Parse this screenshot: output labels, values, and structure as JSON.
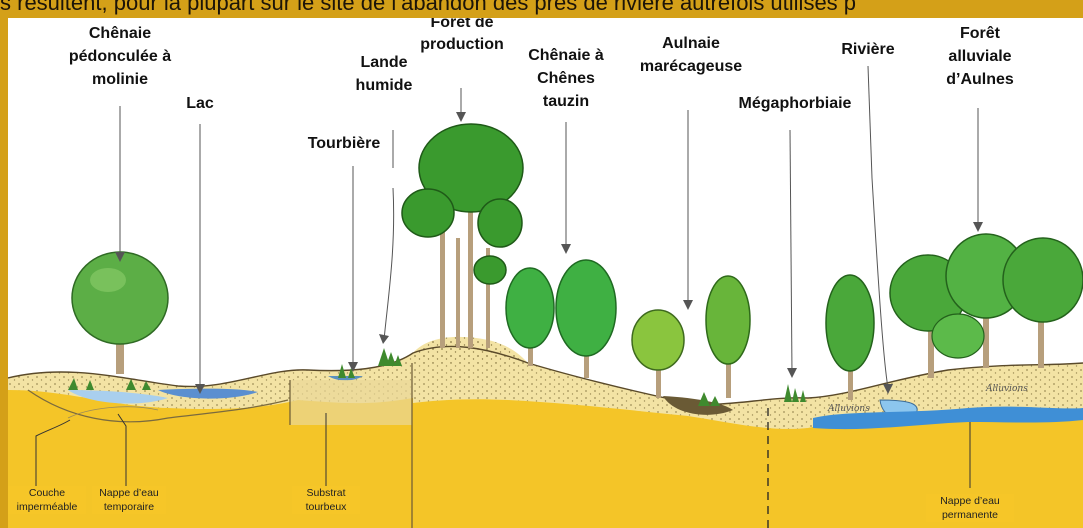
{
  "intro_text": "s résultent, pour la plupart sur le site de l’abandon des prés de rivière autrefois utilisés p",
  "labels": {
    "chenaie_pedonculee": "Chênaie\npédonculée à\nmolinie",
    "lac": "Lac",
    "tourbiere": "Tourbière",
    "lande_humide": "Lande\nhumide",
    "foret_production": "Forêt de\nproduction",
    "chenaie_tauzin": "Chênaie à\nChênes\ntauzin",
    "aulnaie": "Aulnaie\nmarécageuse",
    "megaphorbiaie": "Mégaphorbiaie",
    "riviere": "Rivière",
    "foret_alluviale": "Forêt\nalluviale\nd’Aulnes"
  },
  "bottom_labels": {
    "couche": "Couche\nimperméable",
    "nappe_temporaire": "Nappe d’eau\ntemporaire",
    "substrat": "Substrat\ntourbeux",
    "nappe_permanente": "Nappe d’eau\npermanente"
  },
  "alluvions": [
    "Alluvions",
    "Alluvions"
  ],
  "colors": {
    "background": "#d4a018",
    "soil": "#f4c528",
    "sand": "#f3e3a4",
    "water": "#7ab6e2",
    "tree_green": "#4aa83a",
    "trunk": "#b79f7c"
  }
}
